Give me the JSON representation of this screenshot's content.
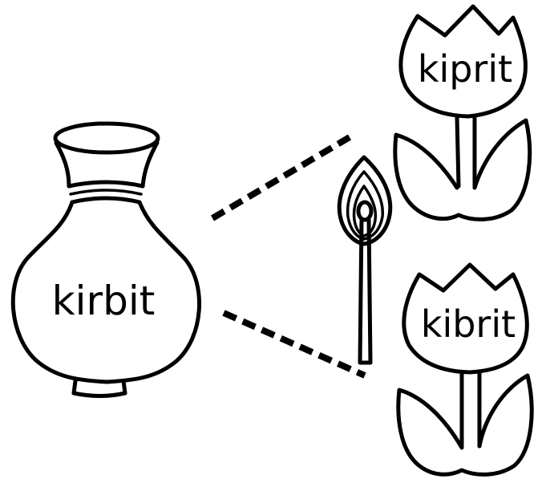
{
  "vase": {
    "label": "kirbit"
  },
  "tulip_top": {
    "label": "kiprit"
  },
  "tulip_bottom": {
    "label": "kibrit"
  },
  "match": {
    "icon": "match-icon"
  },
  "colors": {
    "ink": "#000000",
    "background": "#ffffff"
  }
}
